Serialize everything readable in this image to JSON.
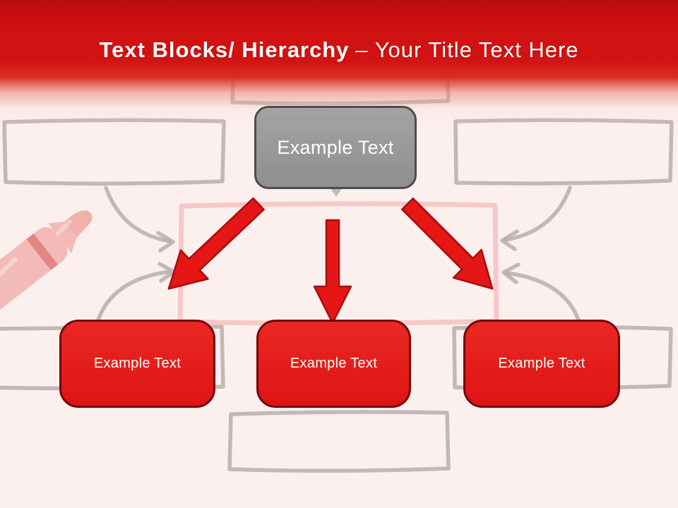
{
  "slide_title": {
    "bold_text": "Text Blocks/ Hierarchy",
    "regular_text": "– Your Title Text Here"
  },
  "hierarchy": {
    "parent_box": {
      "label": "Example Text"
    },
    "child_boxes": [
      {
        "label": "Example Text"
      },
      {
        "label": "Example Text"
      },
      {
        "label": "Example Text"
      }
    ]
  },
  "icons": {
    "marker_pen": "red-marker-pen",
    "red_arrows": "thick-red-down-arrows",
    "sketch_arrows": "hand-drawn-gray-arrows"
  },
  "colors": {
    "header-red-top": "#b90d0d",
    "header-red": "#d21313",
    "background": "#fbf0ee",
    "parent-fill": "#999999",
    "parent-border": "#4d4d4d",
    "child-fill": "#e41e1e",
    "child-border": "#750808",
    "arrow-fill": "#e51616",
    "arrow-outline": "#a80d0d",
    "sketch-gray": "#b3abab",
    "sketch-pink": "#f7c5c4",
    "title-color": "#ffffff"
  }
}
